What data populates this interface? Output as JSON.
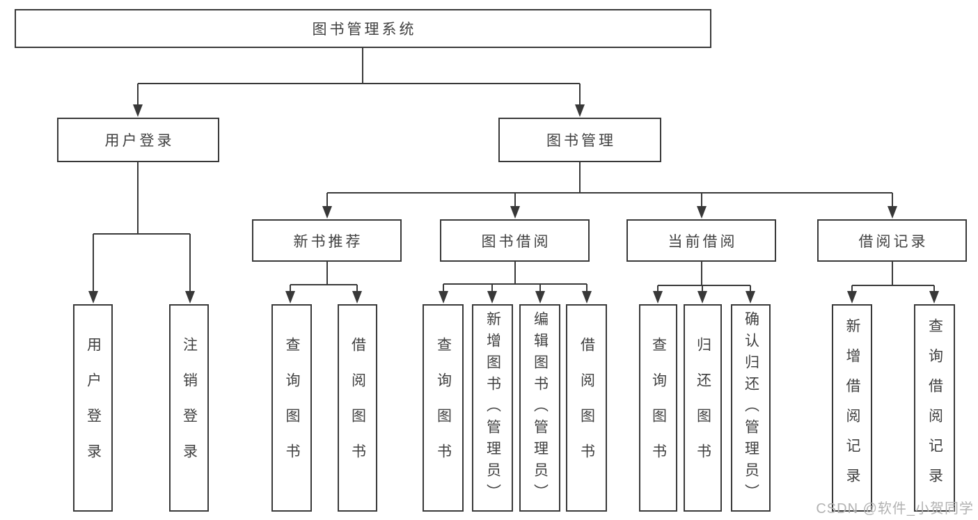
{
  "diagram": {
    "title": "图书管理系统",
    "watermark": "CSDN @软件_小贺同学",
    "colors": {
      "line": "#383838",
      "border": "#383838",
      "text": "#404040",
      "watermark": "#b2b2b2",
      "background": "#ffffff"
    },
    "nodes": {
      "root": {
        "label": "图书管理系统"
      },
      "user_login": {
        "label": "用户登录"
      },
      "book_mgmt": {
        "label": "图书管理"
      },
      "new_rec": {
        "label": "新书推荐"
      },
      "book_borrow": {
        "label": "图书借阅"
      },
      "current_borrow": {
        "label": "当前借阅"
      },
      "borrow_records": {
        "label": "借阅记录"
      },
      "leaf_user_login": {
        "label": "用户登录"
      },
      "leaf_logout": {
        "label": "注销登录"
      },
      "leaf_rec_query_book": {
        "label": "查询图书"
      },
      "leaf_rec_borrow_book": {
        "label": "借阅图书"
      },
      "leaf_bb_query_book": {
        "label": "查询图书"
      },
      "leaf_bb_add_book": {
        "label": "新增图书（管理员）"
      },
      "leaf_bb_edit_book": {
        "label": "编辑图书（管理员）"
      },
      "leaf_bb_borrow_book": {
        "label": "借阅图书"
      },
      "leaf_cur_query_book": {
        "label": "查询图书"
      },
      "leaf_cur_return_book": {
        "label": "归还图书"
      },
      "leaf_cur_confirm_return": {
        "label": "确认归还（管理员）"
      },
      "leaf_record_add": {
        "label": "新增借阅记录"
      },
      "leaf_record_query": {
        "label": "查询借阅记录"
      }
    }
  }
}
